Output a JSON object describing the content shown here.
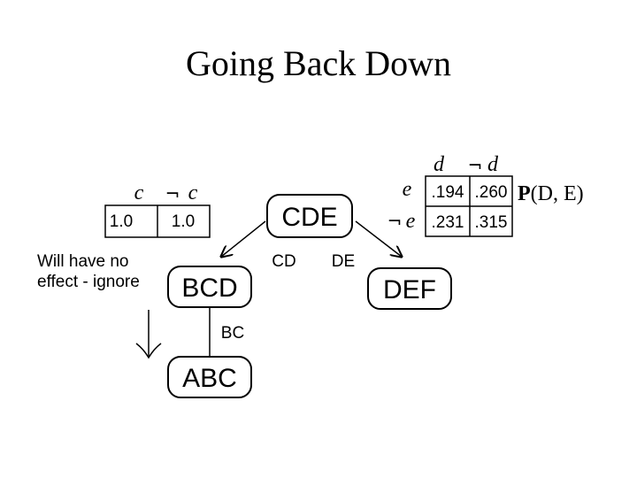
{
  "title": "Going Back Down",
  "nodes": {
    "cde": "CDE",
    "bcd": "BCD",
    "def": "DEF",
    "abc": "ABC"
  },
  "separators": {
    "cd": "CD",
    "de": "DE",
    "bc": "BC"
  },
  "c_table": {
    "headers": [
      "c",
      "c"
    ],
    "values": [
      "1.0",
      "1.0"
    ]
  },
  "de_table": {
    "col_headers": [
      "d",
      "d"
    ],
    "row_headers": [
      "e",
      "e"
    ],
    "rows": [
      [
        ".194",
        ".260"
      ],
      [
        ".231",
        ".315"
      ]
    ]
  },
  "distribution_label": {
    "bold": "P",
    "rest": "(D, E)"
  },
  "note": {
    "line1": "Will have no",
    "line2": "effect - ignore"
  },
  "negation_symbol": "¬"
}
